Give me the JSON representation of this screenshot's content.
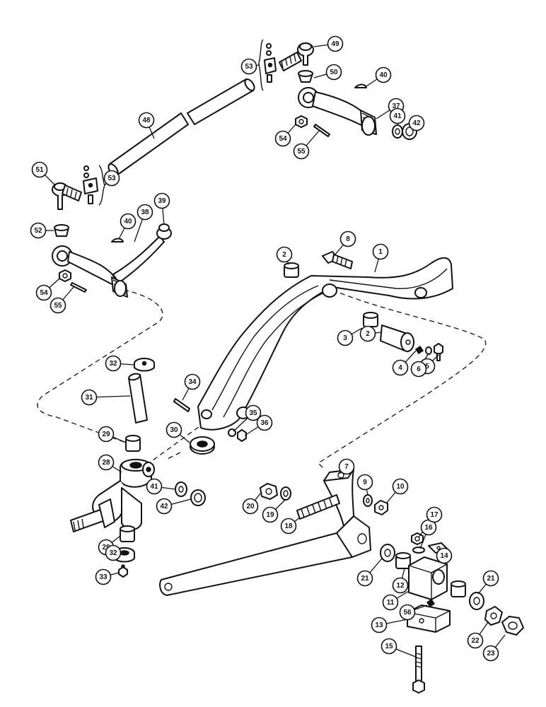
{
  "diagram": {
    "callouts": [
      {
        "label": "1",
        "part": "front-axle"
      },
      {
        "label": "2",
        "part": "bushing"
      },
      {
        "label": "3",
        "part": "pivot-pin"
      },
      {
        "label": "4",
        "part": "lubrication-fitting"
      },
      {
        "label": "5",
        "part": "cap-screw"
      },
      {
        "label": "6",
        "part": "lock-washer"
      },
      {
        "label": "7",
        "part": "radius-rod"
      },
      {
        "label": "8",
        "part": "bolt"
      },
      {
        "label": "9",
        "part": "washer"
      },
      {
        "label": "10",
        "part": "nut"
      },
      {
        "label": "11",
        "part": "radius-rod-support"
      },
      {
        "label": "12",
        "part": "bushing"
      },
      {
        "label": "13",
        "part": "cap"
      },
      {
        "label": "14",
        "part": "shim"
      },
      {
        "label": "15",
        "part": "bolt"
      },
      {
        "label": "16",
        "part": "washer"
      },
      {
        "label": "17",
        "part": "nut"
      },
      {
        "label": "18",
        "part": "stud"
      },
      {
        "label": "19",
        "part": "washer"
      },
      {
        "label": "20",
        "part": "nut"
      },
      {
        "label": "21",
        "part": "washer"
      },
      {
        "label": "22",
        "part": "washer"
      },
      {
        "label": "23",
        "part": "nut"
      },
      {
        "label": "28",
        "part": "spindle"
      },
      {
        "label": "29",
        "part": "bushing"
      },
      {
        "label": "30",
        "part": "thrust-bearing"
      },
      {
        "label": "31",
        "part": "king-pin"
      },
      {
        "label": "32",
        "part": "cap"
      },
      {
        "label": "33",
        "part": "lubrication-fitting"
      },
      {
        "label": "34",
        "part": "pin"
      },
      {
        "label": "35",
        "part": "washer"
      },
      {
        "label": "36",
        "part": "nut"
      },
      {
        "label": "37",
        "part": "steering-arm-right"
      },
      {
        "label": "38",
        "part": "steering-arm-left"
      },
      {
        "label": "39",
        "part": "ball-stud"
      },
      {
        "label": "40",
        "part": "key"
      },
      {
        "label": "41",
        "part": "washer"
      },
      {
        "label": "42",
        "part": "nut"
      },
      {
        "label": "48",
        "part": "tie-rod-tube"
      },
      {
        "label": "49",
        "part": "tie-rod-end"
      },
      {
        "label": "50",
        "part": "seal"
      },
      {
        "label": "51",
        "part": "tie-rod-end"
      },
      {
        "label": "52",
        "part": "seal"
      },
      {
        "label": "53",
        "part": "clamp-assembly"
      },
      {
        "label": "54",
        "part": "nut"
      },
      {
        "label": "55",
        "part": "cotter-pin"
      },
      {
        "label": "56",
        "part": "lubrication-fitting"
      }
    ]
  }
}
